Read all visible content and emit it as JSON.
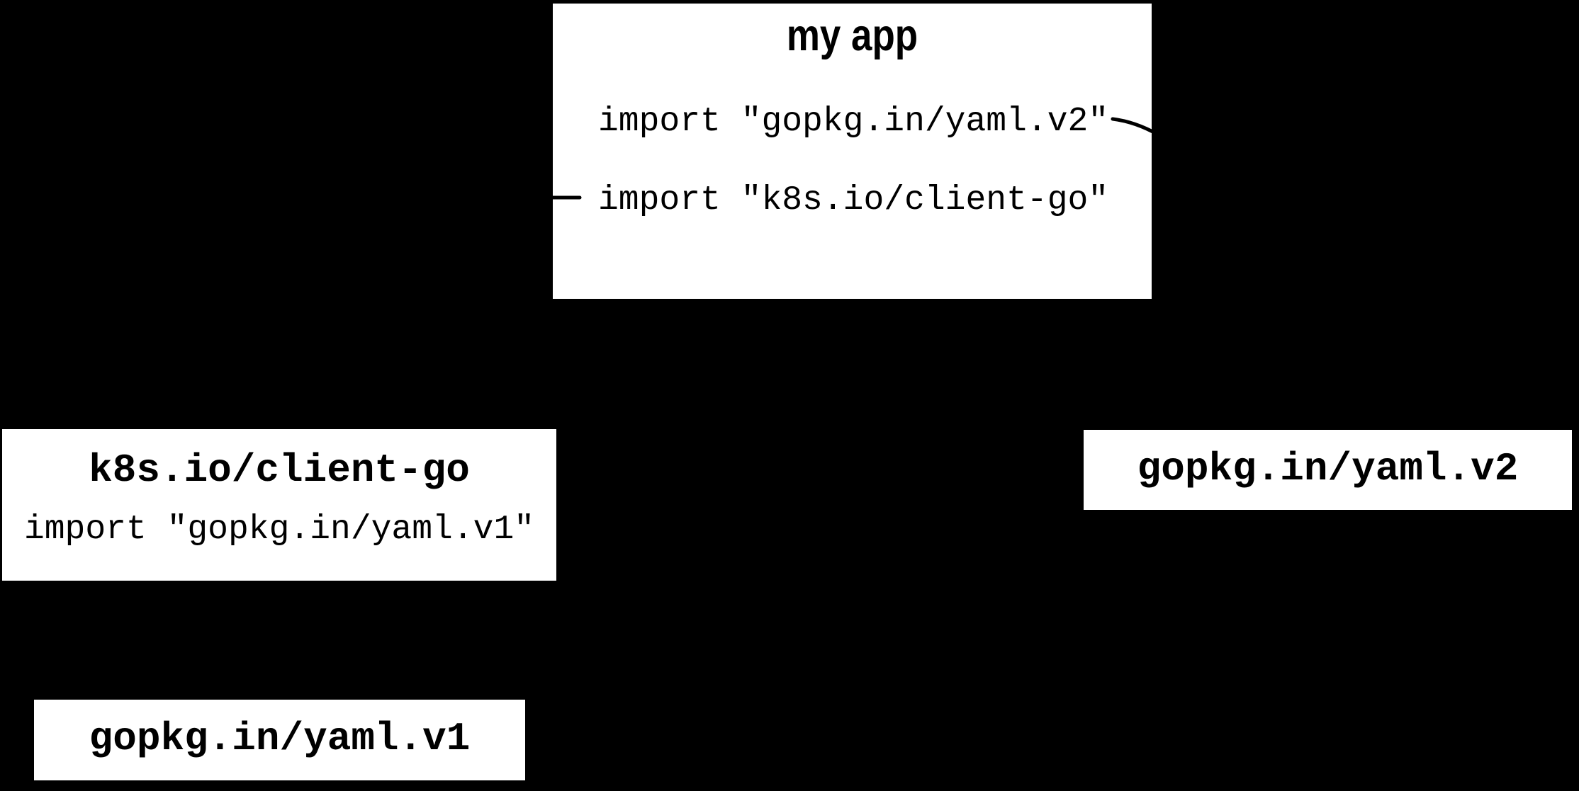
{
  "colors": {
    "background": "#000000",
    "node_fill": "#ffffff",
    "text": "#000000",
    "edge_stroke": "#000000"
  },
  "diagram": {
    "nodes": {
      "my_app": {
        "title": "my app",
        "imports": [
          "import \"gopkg.in/yaml.v2\"",
          "import \"k8s.io/client-go\""
        ]
      },
      "client_go": {
        "title": "k8s.io/client-go",
        "imports": [
          "import \"gopkg.in/yaml.v1\""
        ]
      },
      "yaml_v2": {
        "title": "gopkg.in/yaml.v2"
      },
      "yaml_v1": {
        "title": "gopkg.in/yaml.v1"
      }
    },
    "edges": [
      {
        "from": "my_app",
        "via": "import \"gopkg.in/yaml.v2\"",
        "to": "yaml_v2",
        "visible_fragment": "curve exiting right edge of my app box"
      },
      {
        "from": "my_app",
        "via": "import \"k8s.io/client-go\"",
        "to": "client_go",
        "visible_fragment": "dash at left edge of my app box"
      }
    ]
  }
}
